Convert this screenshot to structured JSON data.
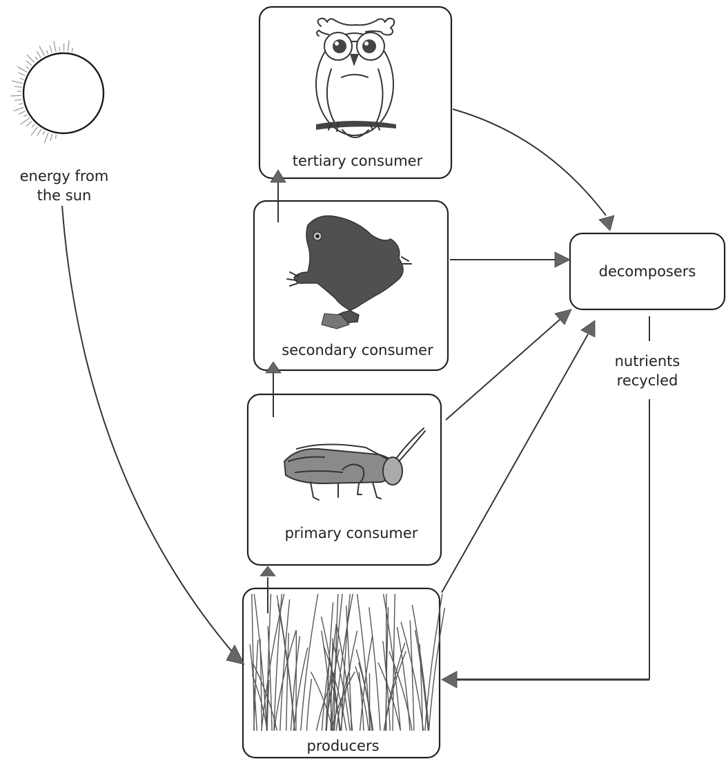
{
  "labels": {
    "sun_line1": "energy from",
    "sun_line2": "the sun",
    "tertiary": "tertiary consumer",
    "secondary": "secondary consumer",
    "primary": "primary consumer",
    "producers": "producers",
    "decomposers": "decomposers",
    "nutrients_line1": "nutrients",
    "nutrients_line2": "recycled"
  },
  "icons": {
    "sun": "sun-icon",
    "owl": "owl-icon",
    "frog": "frog-icon",
    "grasshopper": "grasshopper-icon",
    "grass": "grass-icon"
  }
}
